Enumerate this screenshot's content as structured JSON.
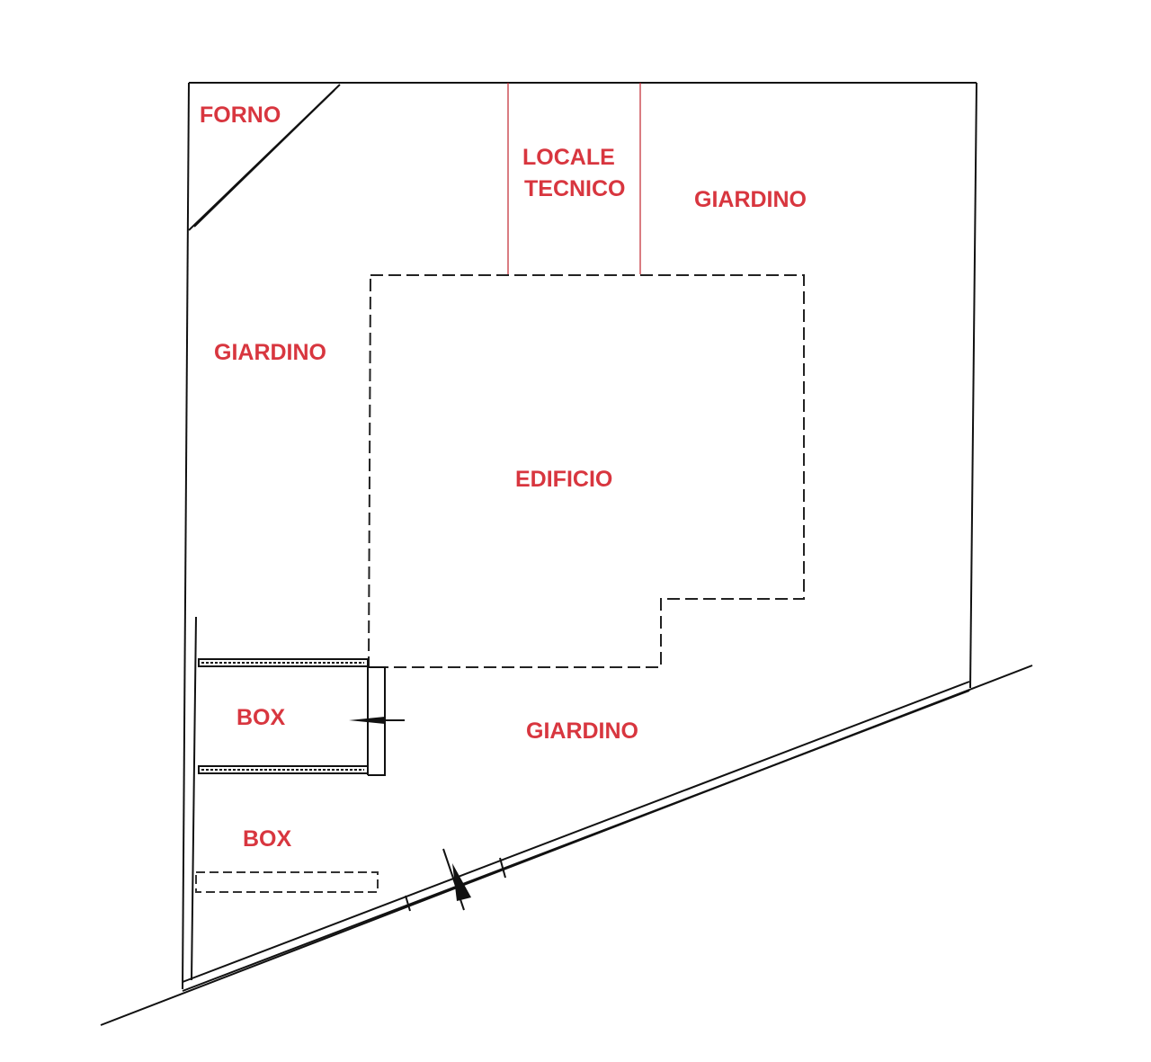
{
  "labels": {
    "forno": "FORNO",
    "locale_1": "LOCALE",
    "locale_2": "TECNICO",
    "giardino_top_right": "GIARDINO",
    "giardino_left": "GIARDINO",
    "edificio": "EDIFICIO",
    "giardino_bottom": "GIARDINO",
    "box_1": "BOX",
    "box_2": "BOX"
  },
  "colors": {
    "label": "#d8363f",
    "lines": "#111111"
  }
}
